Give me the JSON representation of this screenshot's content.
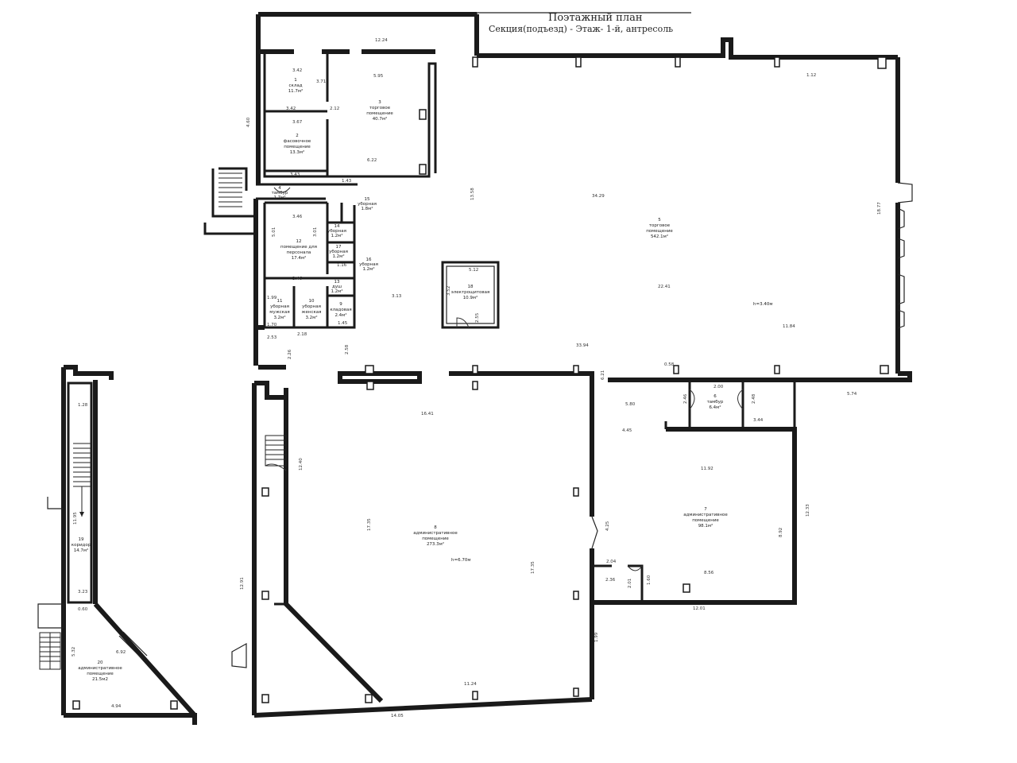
{
  "header": {
    "title": "Поэтажный план",
    "subtitle": "Секция(подъезд) -          Этаж- 1-й, антресоль"
  },
  "rooms": [
    {
      "id": "r1",
      "label": [
        "1",
        "склад",
        "11.7м²"
      ]
    },
    {
      "id": "r2",
      "label": [
        "2",
        "фасовочное",
        "помещение",
        "13.3м²"
      ]
    },
    {
      "id": "r3",
      "label": [
        "3",
        "торговое",
        "помещение",
        "40.7м²"
      ]
    },
    {
      "id": "r4",
      "label": [
        "4",
        "тамбур",
        "1.7м²"
      ]
    },
    {
      "id": "r5",
      "label": [
        "5",
        "торговое",
        "помещение",
        "542.1м²"
      ]
    },
    {
      "id": "r6",
      "label": [
        "6",
        "тамбур",
        "6.4м²"
      ]
    },
    {
      "id": "r7",
      "label": [
        "7",
        "административное",
        "помещение",
        "98.1м²"
      ]
    },
    {
      "id": "r8",
      "label": [
        "8",
        "административное",
        "помещение",
        "273.3м²"
      ]
    },
    {
      "id": "r9",
      "label": [
        "9",
        "кладовая",
        "2.4м²"
      ]
    },
    {
      "id": "r10",
      "label": [
        "10",
        "уборная",
        "женская",
        "3.2м²"
      ]
    },
    {
      "id": "r11",
      "label": [
        "11",
        "уборная",
        "мужская",
        "3.2м²"
      ]
    },
    {
      "id": "r12",
      "label": [
        "12",
        "помещение для",
        "персонала",
        "17.4м²"
      ]
    },
    {
      "id": "r13",
      "label": [
        "13",
        "душ",
        "1.2м²"
      ]
    },
    {
      "id": "r14",
      "label": [
        "14",
        "уборная",
        "1.2м²"
      ]
    },
    {
      "id": "r15",
      "label": [
        "15",
        "уборная",
        "1.8м²"
      ]
    },
    {
      "id": "r16",
      "label": [
        "16",
        "уборная",
        "1.2м²"
      ]
    },
    {
      "id": "r17",
      "label": [
        "17",
        "уборная",
        "1.2м²"
      ]
    },
    {
      "id": "r18",
      "label": [
        "18",
        "электрощитовая",
        "10.9м²"
      ]
    },
    {
      "id": "r19",
      "label": [
        "19",
        "коридор",
        "14.7м²"
      ]
    },
    {
      "id": "r20",
      "label": [
        "20",
        "административное",
        "помещение",
        "21.5м2"
      ]
    }
  ],
  "heights": {
    "h5": "h=3.40м",
    "h8": "h=6.70м"
  },
  "dims": {
    "d1": "3.42",
    "d2": "3.42",
    "d3": "3.67",
    "d4": "3.43",
    "d5": "2.12",
    "d6": "6.22",
    "d7": "1.43",
    "d8": "3.46",
    "d9": "5.01",
    "d10": "3.01",
    "d11": "1.16",
    "d12": "3.46",
    "d13": "1.99",
    "d14": "1.70",
    "d15": "2.53",
    "d16": "2.18",
    "d17": "1.45",
    "d18": "5.12",
    "d19": "3.52",
    "d20": "2.55",
    "d21": "34.29",
    "d22": "22.41",
    "d23": "11.84",
    "d24": "33.94",
    "d25": "2.26",
    "d26": "2.58",
    "d27": "16.41",
    "d28": "17.35",
    "d29": "17.35",
    "d30": "11.24",
    "d31": "14.05",
    "d32": "12.40",
    "d33": "12.91",
    "d34": "4.25",
    "d35": "2.04",
    "d36": "2.36",
    "d37": "12.01",
    "d38": "11.92",
    "d39": "8.92",
    "d40": "8.56",
    "d41": "12.33",
    "d42": "2.00",
    "d43": "2.46",
    "d44": "2.48",
    "d45": "3.44",
    "d46": "5.80",
    "d47": "4.45",
    "d48": "6.21",
    "d49": "5.74",
    "d50": "11.95",
    "d51": "1.28",
    "d52": "3.23",
    "d53": "0.60",
    "d54": "5.32",
    "d55": "6.92",
    "d56": "4.94",
    "d57": "1.99",
    "d58": "0.58",
    "d59": "5.95",
    "d60": "3.71",
    "d61": "1.12",
    "d62": "13.58",
    "d63": "3.13",
    "d64": "12.24",
    "d65": "4.60",
    "d66": "1.60",
    "d67": "2.01",
    "d68": "18.77"
  }
}
